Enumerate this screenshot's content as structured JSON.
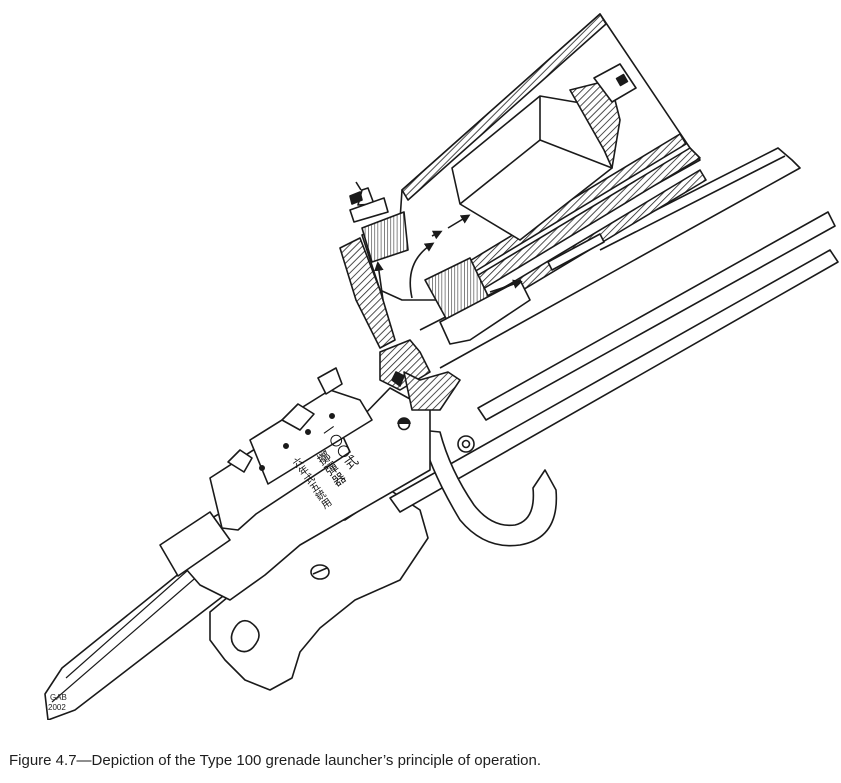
{
  "figure": {
    "signature_initials": "GAB",
    "signature_year": "2002",
    "markings": {
      "model": "一〇〇式",
      "weapon": "擲彈器",
      "mount": "六年式五銃用"
    }
  },
  "caption": "Figure 4.7—Depiction of the Type 100 grenade launcher’s principle of operation.",
  "colors": {
    "line": "#1a1a1a",
    "hatch": "#2a2a2a",
    "paper": "#ffffff"
  }
}
